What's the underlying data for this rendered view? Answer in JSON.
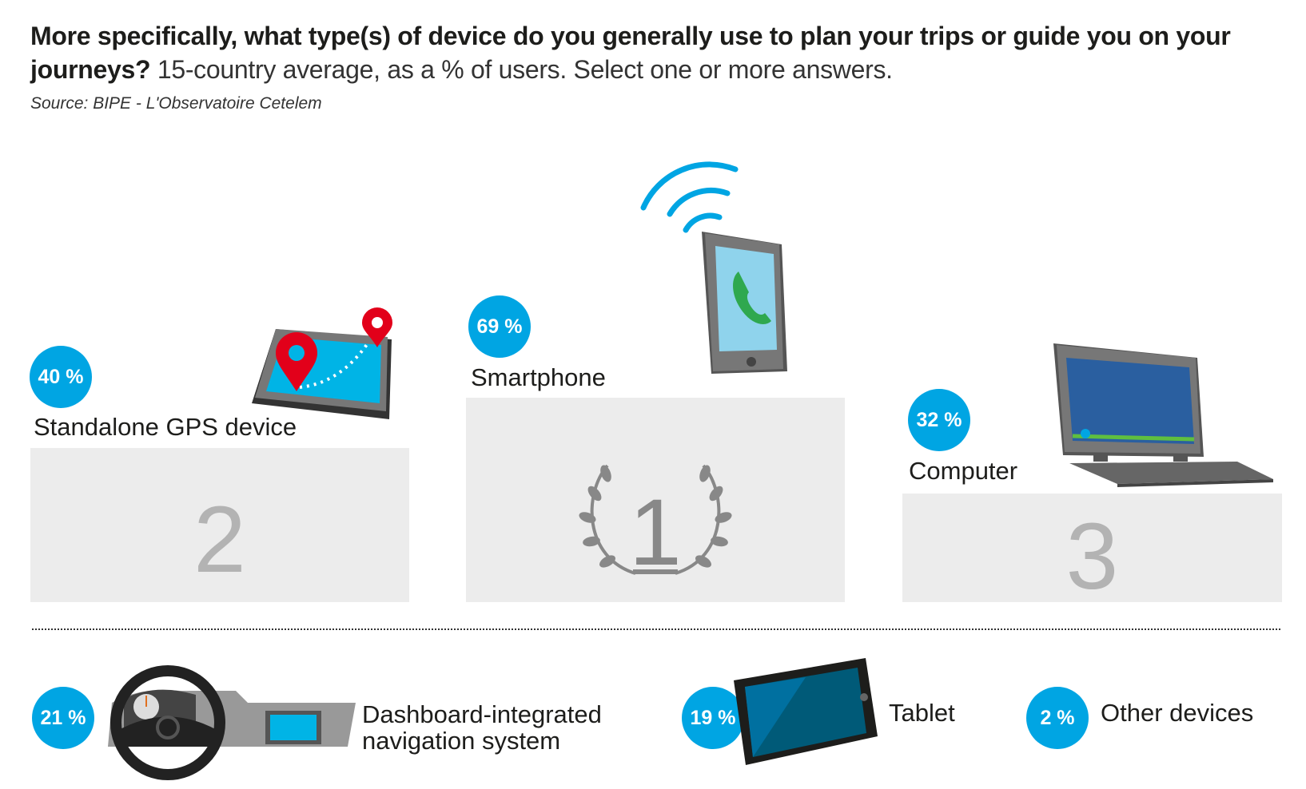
{
  "header": {
    "title_bold": "More specifically, what type(s) of device do you generally use to plan your trips or guide you on your journeys?",
    "title_light": "15-country average, as a % of users. Select one or more answers.",
    "source": "Source: BIPE - L'Observatoire Cetelem"
  },
  "podium": [
    {
      "rank": "2",
      "label": "Standalone GPS device",
      "percent": "40 %",
      "value": 40
    },
    {
      "rank": "1",
      "label": "Smartphone",
      "percent": "69 %",
      "value": 69
    },
    {
      "rank": "3",
      "label": "Computer",
      "percent": "32 %",
      "value": 32
    }
  ],
  "others": [
    {
      "label_line1": "Dashboard-integrated",
      "label_line2": "navigation system",
      "percent": "21 %",
      "value": 21
    },
    {
      "label_line1": "Tablet",
      "percent": "19 %",
      "value": 19
    },
    {
      "label_line1": "Other devices",
      "percent": "2 %",
      "value": 2
    }
  ],
  "colors": {
    "accent": "#00a5e3",
    "podium": "#ececec",
    "rank": "#b3b3b3",
    "pin": "#e2001a"
  }
}
